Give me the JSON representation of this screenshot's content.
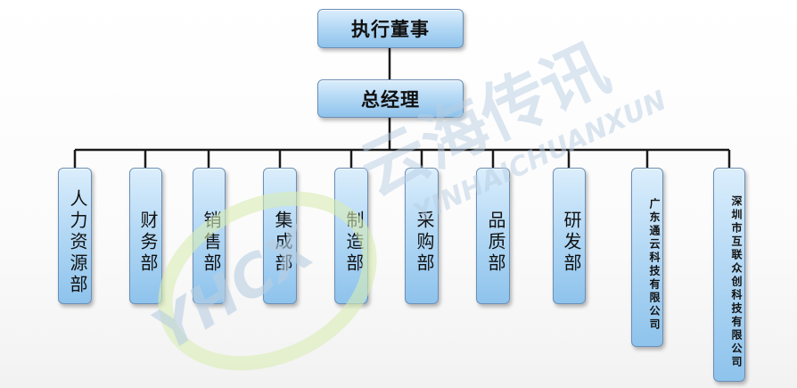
{
  "chart_data": {
    "type": "org-chart",
    "root": "执行董事",
    "manager": "总经理",
    "departments": [
      "人力资源部",
      "财务部",
      "销售部",
      "集成部",
      "制造部",
      "采购部",
      "品质部",
      "研发部",
      "广东通云科技有限公司",
      "深圳市互联众创科技有限公司"
    ]
  },
  "nodes": {
    "root": "执行董事",
    "manager": "总经理",
    "dept": [
      "人力资源部",
      "财务部",
      "销售部",
      "集成部",
      "制造部",
      "采购部",
      "品质部",
      "研发部",
      "广东通云科技有限公司",
      "深圳市互联众创科技有限公司"
    ]
  },
  "watermark": {
    "cn": "云海传讯",
    "en": "YINHAICHUANXUN",
    "logo": "YHCX"
  },
  "colors": {
    "box_top": "#dbeefc",
    "box_bottom": "#8ec3ec",
    "border": "#6b8fb5",
    "line": "#1a1a1a",
    "watermark_blue": "#b9cfe3",
    "watermark_green": "#d8ecb4"
  }
}
